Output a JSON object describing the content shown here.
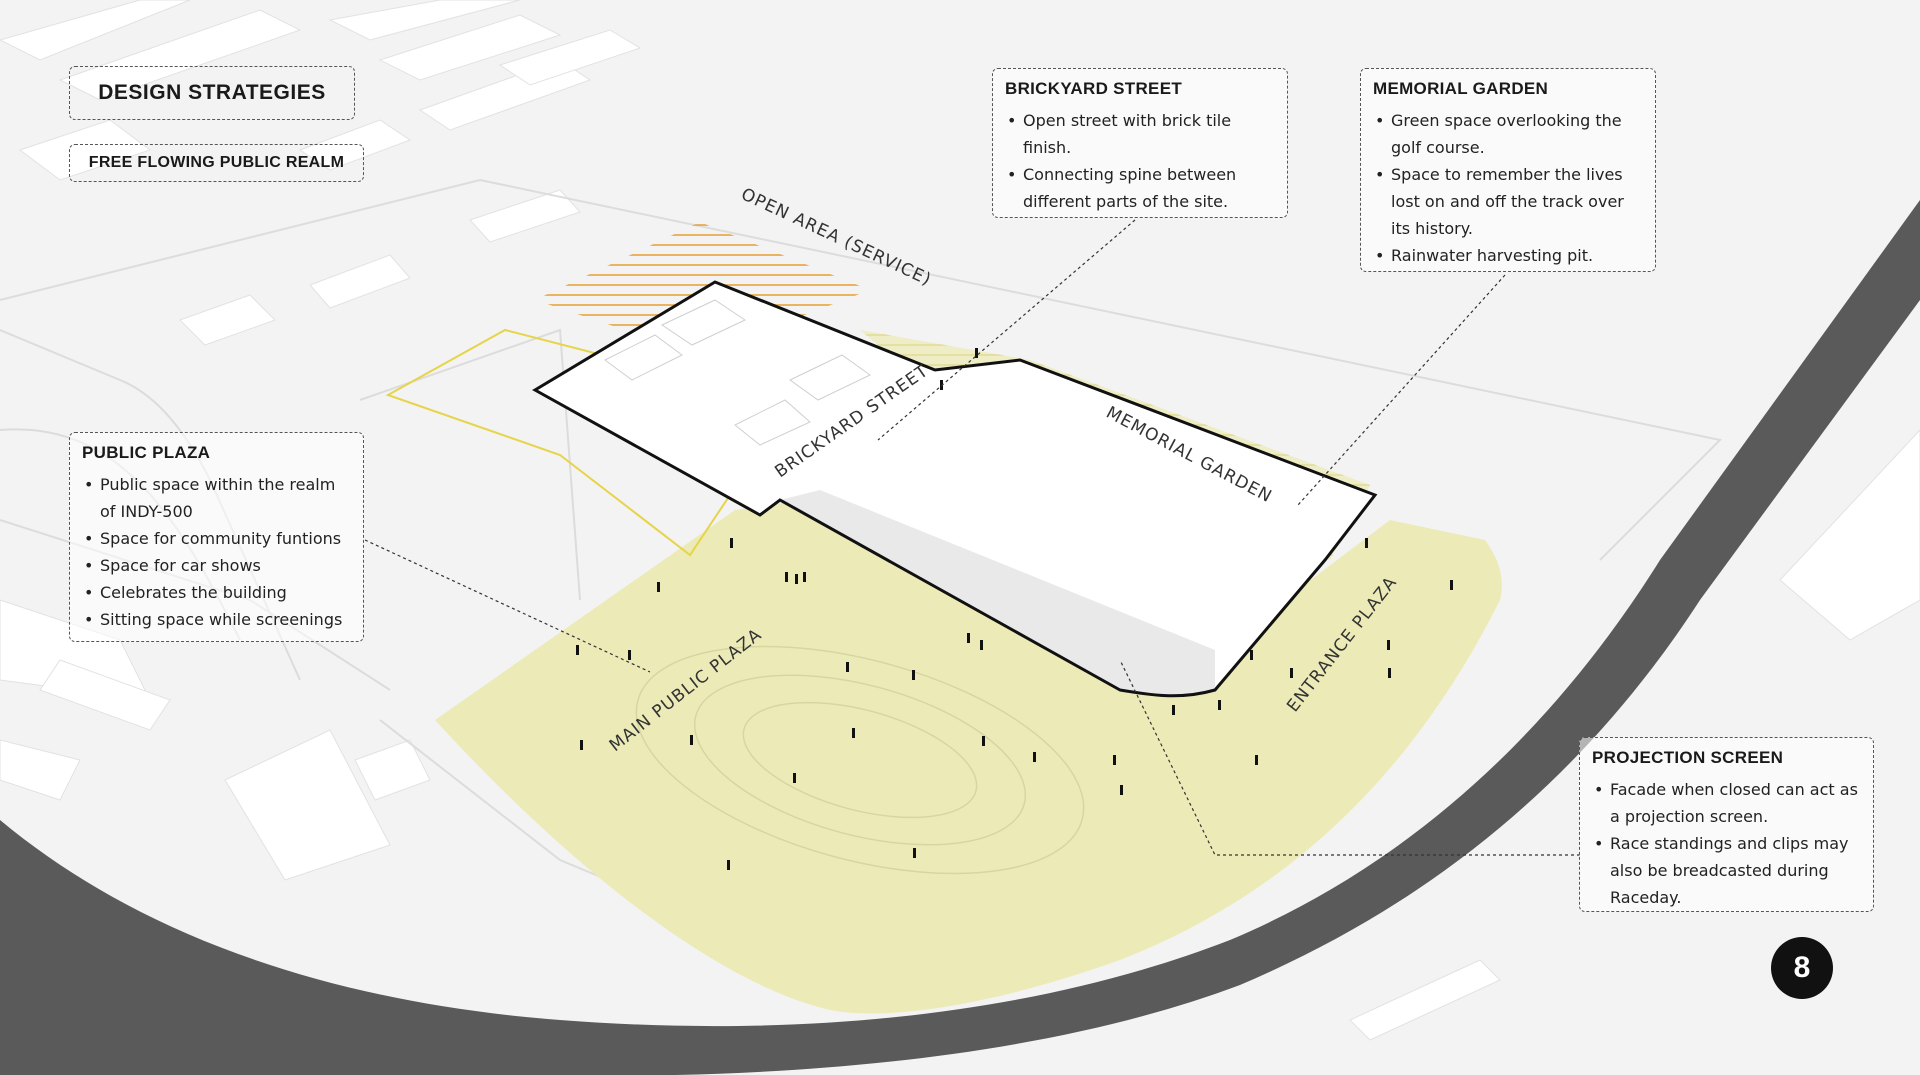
{
  "header": {
    "title": "DESIGN STRATEGIES",
    "subtitle": "FREE FLOWING PUBLIC REALM"
  },
  "callouts": {
    "public_plaza": {
      "title": "PUBLIC PLAZA",
      "items": [
        "Public space within the realm of INDY-500",
        "Space for community funtions",
        "Space for car shows",
        "Celebrates the building",
        "Sitting space while screenings"
      ]
    },
    "brickyard_street": {
      "title": "BRICKYARD STREET",
      "items": [
        "Open street with brick tile finish.",
        "Connecting spine between different parts of the site."
      ]
    },
    "memorial_garden": {
      "title": "MEMORIAL GARDEN",
      "items": [
        "Green space overlooking the golf course.",
        "Space to remember the lives lost on and off the track over its history.",
        "Rainwater harvesting pit."
      ]
    },
    "projection_screen": {
      "title": "PROJECTION SCREEN",
      "items": [
        "Facade when closed can act as a projection screen.",
        "Race standings and clips may also be breadcasted during Raceday."
      ]
    }
  },
  "map_labels": {
    "open_area": "OPEN AREA (SERVICE)",
    "brickyard_street": "BRICKYARD STREET",
    "memorial_garden": "MEMORIAL GARDEN",
    "main_public_plaza": "MAIN PUBLIC PLAZA",
    "entrance_plaza": "ENTRANCE PLAZA"
  },
  "page_number": "8",
  "colors": {
    "background": "#f3f3f3",
    "plaza_fill": "#ecebb8",
    "service_hatch": "#e8a33a",
    "track": "#5a5a5a",
    "building_outline": "#111111",
    "yellow_outline": "#e6d44a"
  }
}
